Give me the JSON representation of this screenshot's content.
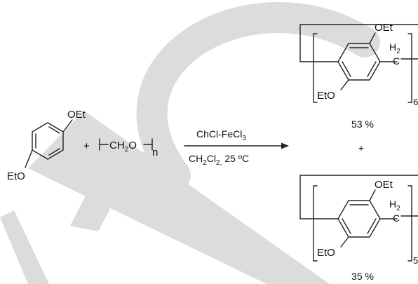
{
  "reactant": {
    "top_substituent": "OEt",
    "bottom_substituent": "EtO"
  },
  "plus_sign": "+",
  "paraformaldehyde": {
    "repeat_unit": "CH",
    "sub_2": "2",
    "oxygen": "O",
    "subscript_n": "n"
  },
  "conditions": {
    "catalyst": "ChCl-FeCl",
    "catalyst_sub": "3",
    "solvent": "CH",
    "solvent_sub2": "2",
    "solvent_cl": "Cl",
    "solvent_sub2b": "2,",
    "temperature": "25 ºC"
  },
  "product_top": {
    "top_substituent": "OEt",
    "bottom_substituent": "EtO",
    "bridge_h": "H",
    "bridge_sub": "2",
    "bridge_c": "C",
    "repeat_count": "6",
    "yield": "53 %"
  },
  "product_plus": "+",
  "product_bottom": {
    "top_substituent": "OEt",
    "bottom_substituent": "EtO",
    "bridge_h": "H",
    "bridge_sub": "2",
    "bridge_c": "C",
    "repeat_count": "5",
    "yield": "35 %"
  },
  "colors": {
    "ink": "#111111",
    "watermark": "#dcdcdc"
  }
}
